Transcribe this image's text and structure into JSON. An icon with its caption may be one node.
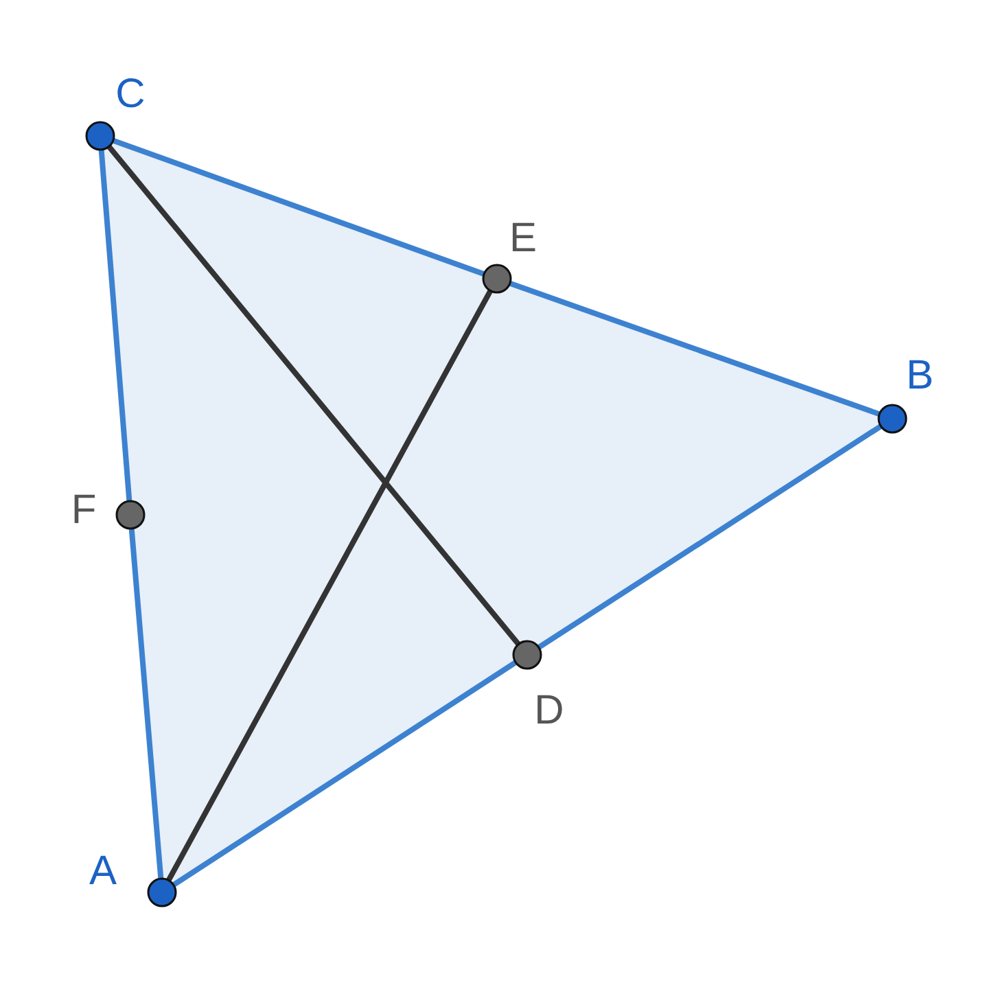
{
  "diagram": {
    "nodes": [
      {
        "text": [],
        "shape": "circle",
        "beside": [
          "C"
        ]
      },
      {
        "text": [],
        "shape": "circle",
        "beside": [
          "E"
        ]
      },
      {
        "text": [],
        "shape": "circle",
        "beside": [
          "B"
        ]
      },
      {
        "text": [],
        "shape": "circle",
        "beside": [
          "F"
        ]
      },
      {
        "text": [],
        "shape": "circle",
        "beside": [
          "D"
        ]
      },
      {
        "text": [],
        "shape": "circle",
        "beside": [
          "A"
        ]
      }
    ],
    "edges": [
      {
        "from": 0,
        "to": 1,
        "arrow": "none"
      },
      {
        "from": 1,
        "to": 2,
        "arrow": "none"
      },
      {
        "from": 2,
        "to": 4,
        "arrow": "none"
      },
      {
        "from": 4,
        "to": 5,
        "arrow": "none"
      },
      {
        "from": 5,
        "to": 3,
        "arrow": "none"
      },
      {
        "from": 3,
        "to": 0,
        "arrow": "none"
      },
      {
        "from": 0,
        "to": 4,
        "arrow": "none",
        "color": "#333333"
      },
      {
        "from": 5,
        "to": 1,
        "arrow": "none",
        "color": "#333333"
      }
    ]
  }
}
